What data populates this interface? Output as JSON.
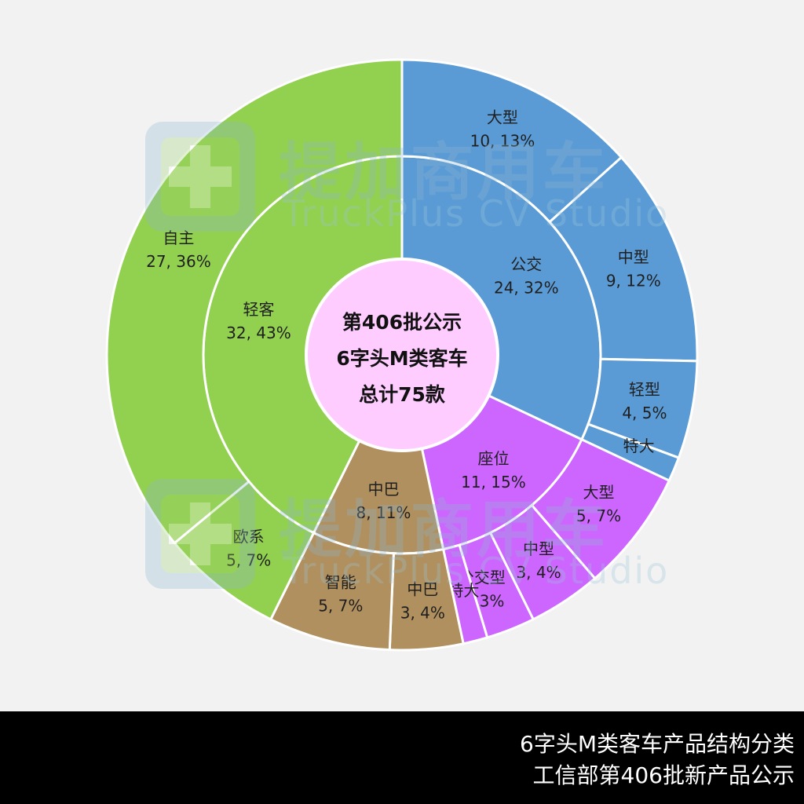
{
  "chart_data": {
    "type": "sunburst",
    "center": [
      "第406批公示",
      "6字头M类客车",
      "总计75款"
    ],
    "colors": {
      "轻客": "#92d050",
      "公交": "#5b9bd5",
      "座位": "#cc66ff",
      "中巴": "#b0905f",
      "center": "#ffccff",
      "border": "#ffffff"
    },
    "categories": [
      {
        "name": "轻客",
        "value": 32,
        "label": "32, 43%",
        "children": [
          {
            "name": "自主",
            "value": 27,
            "label": "27, 36%"
          },
          {
            "name": "欧系",
            "value": 5,
            "label": "5, 7%"
          }
        ]
      },
      {
        "name": "公交",
        "value": 24,
        "label": "24, 32%",
        "children": [
          {
            "name": "大型",
            "value": 10,
            "label": "10, 13%"
          },
          {
            "name": "中型",
            "value": 9,
            "label": "9, 12%"
          },
          {
            "name": "轻型",
            "value": 4,
            "label": "4, 5%"
          },
          {
            "name": "特大",
            "value": 1,
            "label": ""
          }
        ]
      },
      {
        "name": "座位",
        "value": 11,
        "label": "11, 15%",
        "children": [
          {
            "name": "大型",
            "value": 5,
            "label": "5, 7%"
          },
          {
            "name": "中型",
            "value": 3,
            "label": "3, 4%"
          },
          {
            "name": "公交型",
            "value": 2,
            "label": "2, 3%"
          },
          {
            "name": "特大",
            "value": 1,
            "label": ""
          }
        ]
      },
      {
        "name": "中巴",
        "value": 8,
        "label": "8, 11%",
        "children": [
          {
            "name": "中巴",
            "value": 3,
            "label": "3, 4%"
          },
          {
            "name": "智能",
            "value": 5,
            "label": "5, 7%"
          }
        ]
      }
    ]
  },
  "watermark": {
    "cn": "提加商用车",
    "en": "TruckPlus CV Studio"
  },
  "footer": {
    "line1": "6字头M类客车产品结构分类",
    "line2": "工信部第406批新产品公示"
  }
}
